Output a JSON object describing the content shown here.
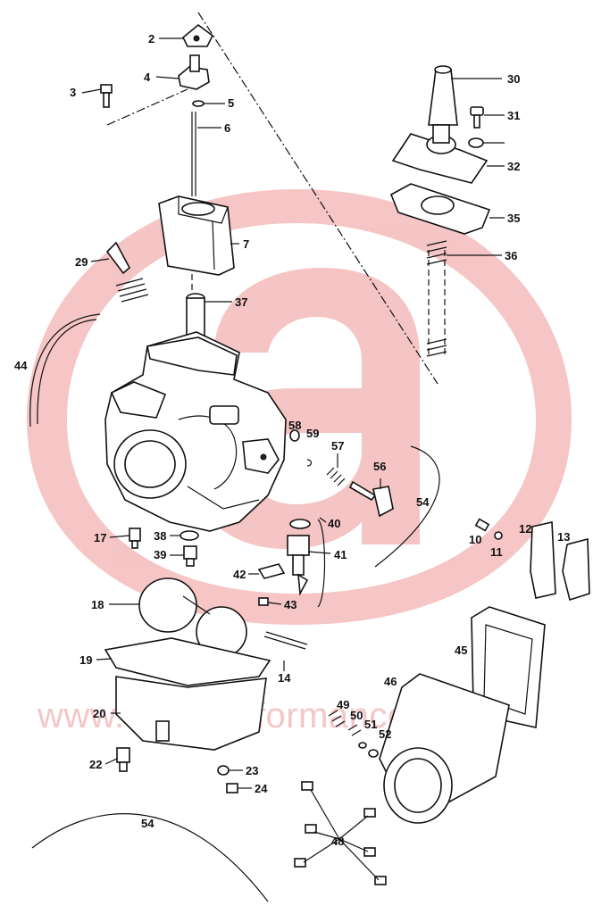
{
  "watermark": {
    "text": "www.allenperformance.co.uk",
    "logo_color": "#e34b4b"
  },
  "callouts": {
    "c2": "2",
    "c3": "3",
    "c4": "4",
    "c5": "5",
    "c6": "6",
    "c7": "7",
    "c10": "10",
    "c11": "11",
    "c12": "12",
    "c13": "13",
    "c14": "14",
    "c17": "17",
    "c18": "18",
    "c19": "19",
    "c20": "20",
    "c22": "22",
    "c23": "23",
    "c24": "24",
    "c29": "29",
    "c30": "30",
    "c31": "31",
    "c32": "32",
    "c35": "35",
    "c36": "36",
    "c37": "37",
    "c38": "38",
    "c39": "39",
    "c40": "40",
    "c41": "41",
    "c42": "42",
    "c43": "43",
    "c44": "44",
    "c45": "45",
    "c46": "46",
    "c48": "48",
    "c49": "49",
    "c50": "50",
    "c51": "51",
    "c52": "52",
    "c54a": "54",
    "c54b": "54",
    "c56": "56",
    "c57": "57",
    "c58": "58",
    "c59": "59"
  }
}
